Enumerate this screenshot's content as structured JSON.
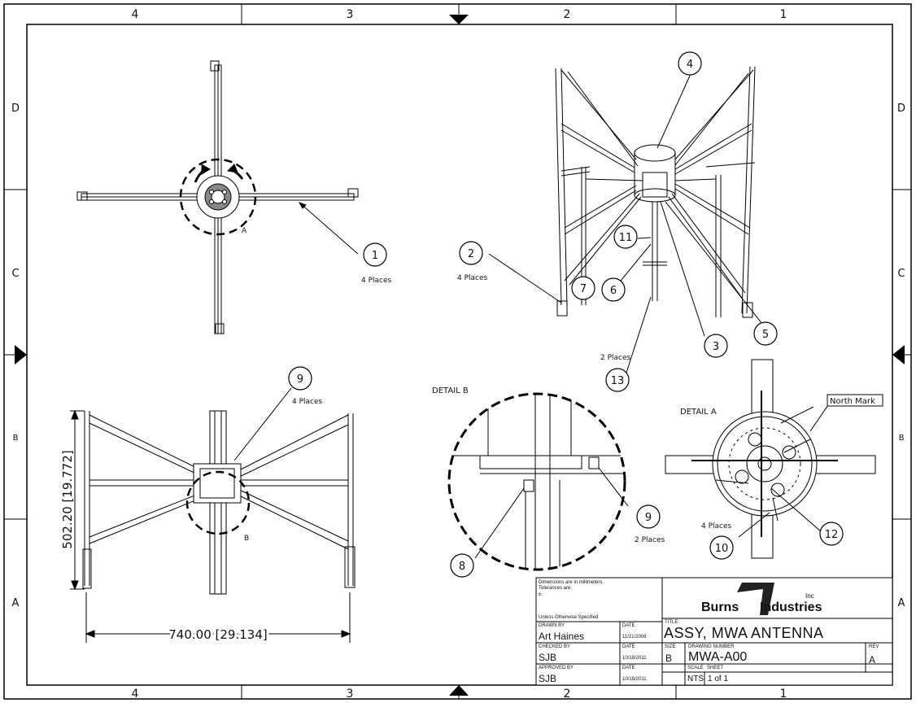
{
  "zones": {
    "top": [
      "4",
      "3",
      "2",
      "1"
    ],
    "bottom": [
      "4",
      "3",
      "2",
      "1"
    ],
    "left": [
      "D",
      "C",
      "B",
      "A"
    ],
    "right": [
      "D",
      "C",
      "B",
      "A"
    ]
  },
  "balloons": {
    "b1": "1",
    "b2": "2",
    "b3": "3",
    "b4": "4",
    "b5": "5",
    "b6": "6",
    "b7": "7",
    "b8": "8",
    "b9a": "9",
    "b9b": "9",
    "b10": "10",
    "b11": "11",
    "b12": "12",
    "b13": "13"
  },
  "notes": {
    "four_places_1": "4 Places",
    "four_places_2": "4 Places",
    "four_places_9": "4 Places",
    "two_places_13": "2 Places",
    "two_places_9": "2 Places",
    "four_places_10": "4 Places",
    "detail_a_marker": "A",
    "detail_b_marker": "B",
    "detail_b_title": "DETAIL B",
    "detail_a_title": "DETAIL A",
    "north_mark": "North Mark"
  },
  "dimensions": {
    "height": "502.20 [19.772]",
    "width": "740.00 [29.134]"
  },
  "title_block": {
    "dimensions_note": "Dimensions are in millimeters.",
    "tolerances": "Tolerances are:",
    "plus_minus": "±",
    "unless": "Unless Otherwise Specified",
    "drawn_by_label": "DRAWN BY",
    "drawn_by": "Art Haines",
    "date_label_1": "DATE",
    "date_1": "11/21/2006",
    "checked_by_label": "CHECKED BY",
    "checked_by": "SJB",
    "date_label_2": "DATE",
    "date_2": "10/18/2011",
    "approved_by_label": "APPROVED BY",
    "approved_by": "SJB",
    "date_label_3": "DATE",
    "date_3": "10/18/2011",
    "company_left": "Burns",
    "company_right": "Industries",
    "company_inc": "Inc",
    "title_label": "TITLE",
    "title": "ASSY, MWA ANTENNA",
    "size_label": "SIZE",
    "size": "B",
    "drawing_number_label": "DRAWING NUMBER",
    "drawing_number": "MWA-A00",
    "rev_label": "REV",
    "rev": "A",
    "scale_label": "SCALE",
    "scale": "NTS",
    "sheet_label": "SHEET",
    "sheet": "1 of 1"
  }
}
